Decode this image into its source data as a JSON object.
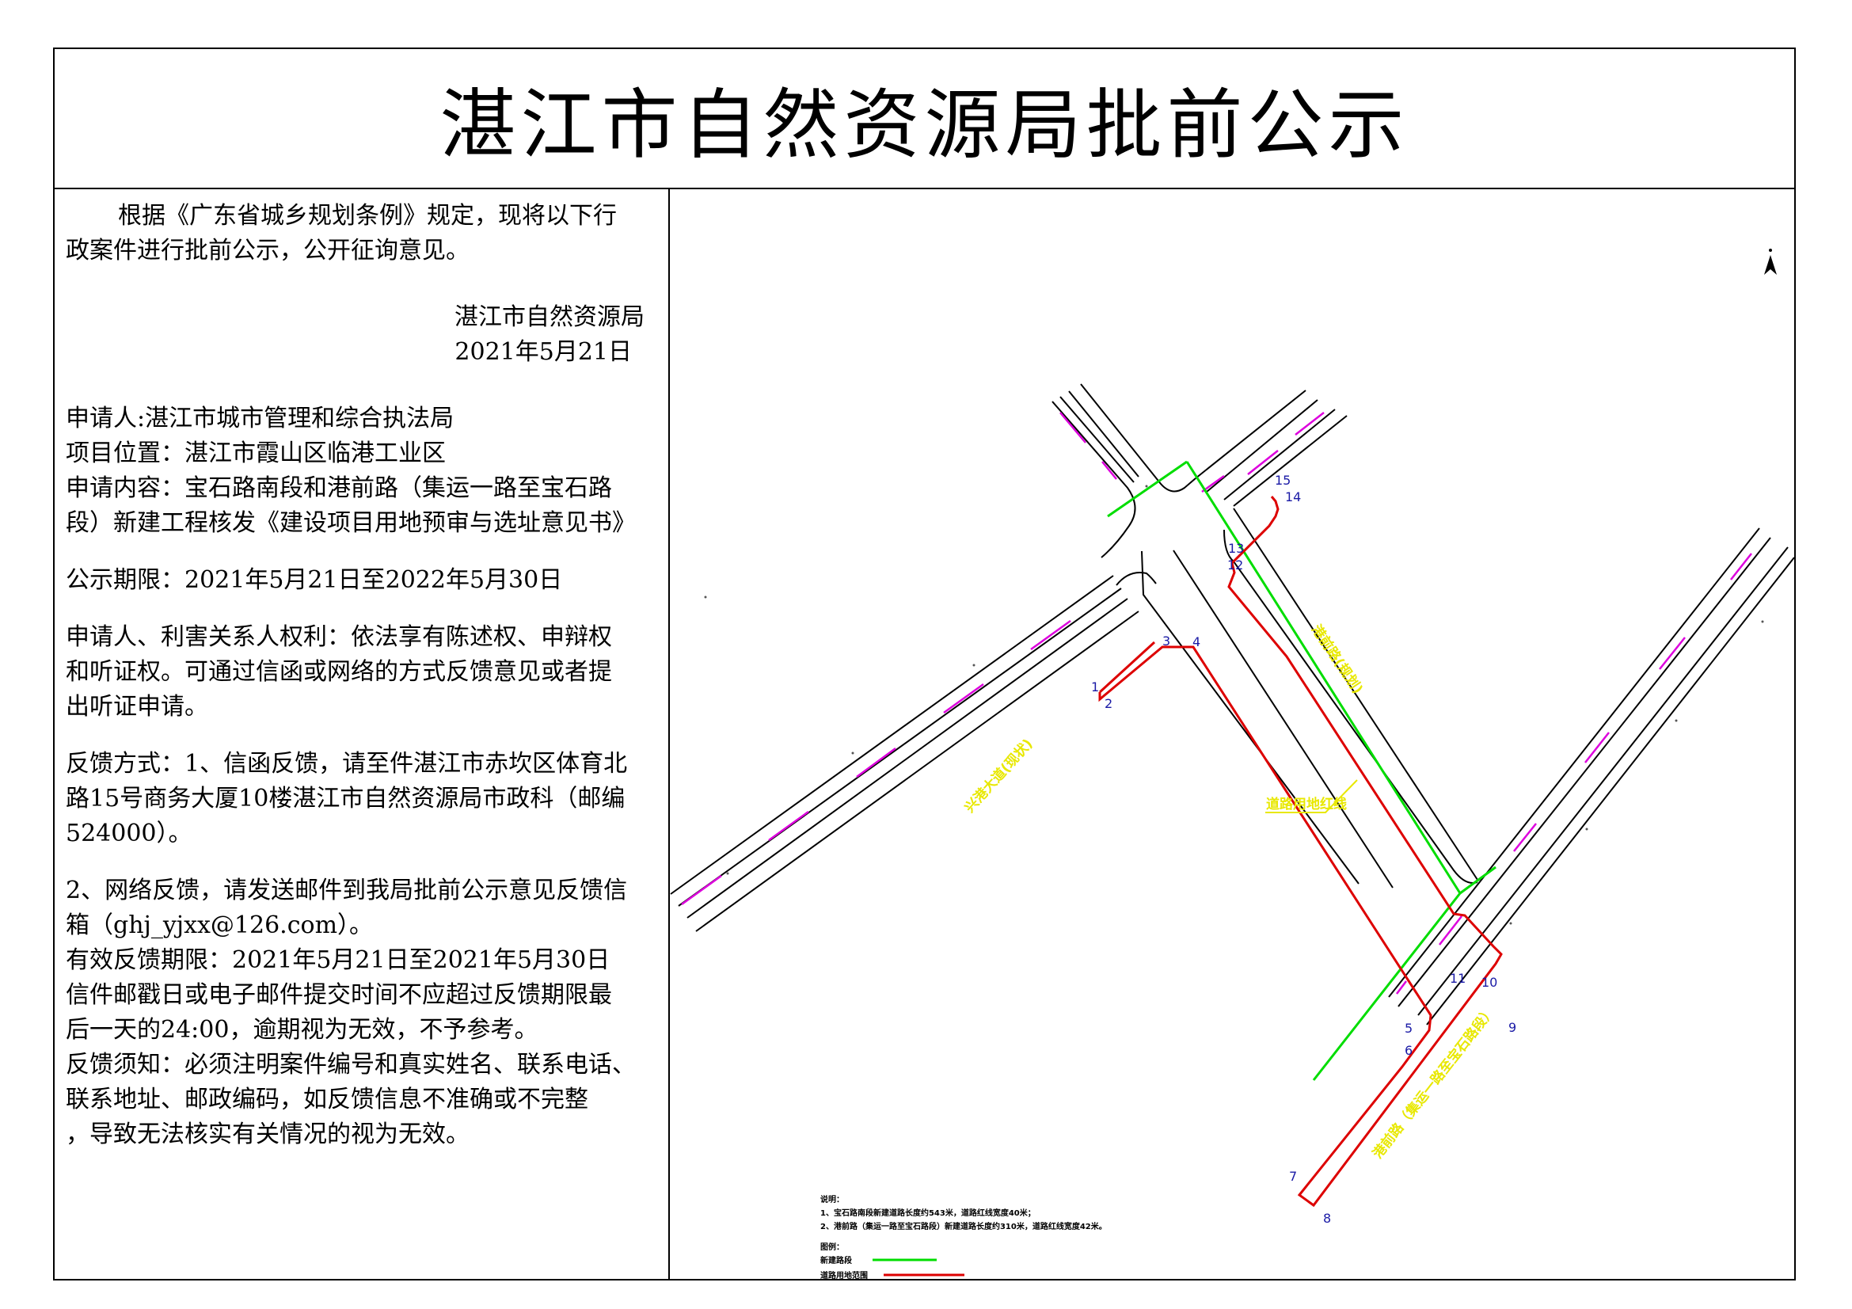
{
  "title": "湛江市自然资源局批前公示",
  "intro": {
    "line1": "根据《广东省城乡规划条例》规定，现将以下行",
    "line2": "政案件进行批前公示，公开征询意见。"
  },
  "issuer": {
    "name": "湛江市自然资源局",
    "date": "2021年5月21日"
  },
  "details": {
    "applicant": "申请人:湛江市城市管理和综合执法局",
    "location": "项目位置：湛江市霞山区临港工业区",
    "content_line1": "申请内容：宝石路南段和港前路（集运一路至宝石路",
    "content_line2": "段）新建工程核发《建设项目用地预审与选址意见书》",
    "period": "公示期限：2021年5月21日至2022年5月30日"
  },
  "rights": {
    "line1": "申请人、利害关系人权利：依法享有陈述权、申辩权",
    "line2": "和听证权。可通过信函或网络的方式反馈意见或者提",
    "line3": "出听证申请。"
  },
  "feedback": {
    "mail_line1": "反馈方式：1、信函反馈，请至件湛江市赤坎区体育北",
    "mail_line2": "路15号商务大厦10楼湛江市自然资源局市政科（邮编",
    "mail_line3": "524000）。",
    "web_line1": "2、网络反馈，请发送邮件到我局批前公示意见反馈信",
    "web_line2": "箱（ghj_yjxx@126.com）。",
    "valid_period": "有效反馈期限：2021年5月21日至2021年5月30日",
    "deadline_line1": "信件邮戳日或电子邮件提交时间不应超过反馈期限最",
    "deadline_line2": "后一天的24:00，逾期视为无效，不予参考。",
    "notice_line1": "反馈须知：必须注明案件编号和真实姓名、联系电话、",
    "notice_line2": "联系地址、邮政编码，如反馈信息不准确或不完整",
    "notice_line3": "，导致无法核实有关情况的视为无效。"
  },
  "map": {
    "road_labels": {
      "west": "兴港大道(现状)",
      "middle": "港前路(规划)",
      "southeast": "港前路（集运一路至宝石路段）",
      "callout": "道路用地红线"
    },
    "points": [
      "1",
      "2",
      "3",
      "4",
      "5",
      "6",
      "7",
      "8",
      "9",
      "10",
      "11",
      "12",
      "13",
      "14",
      "15"
    ],
    "notes": {
      "heading": "说明：",
      "line1": "1、宝石路南段新建道路长度约543米，道路红线宽度40米；",
      "line2": "2、港前路（集运一路至宝石路段）新建道路长度约310米，道路红线宽度42米。"
    },
    "legend": {
      "heading": "图例：",
      "new_road": "新建路段",
      "land_range": "道路用地范围"
    },
    "colors": {
      "new_road": "#00dd00",
      "red_line": "#dd0000",
      "lane_mark": "#dd00dd",
      "label": "#e8e800",
      "point": "#1a1aa6"
    }
  }
}
